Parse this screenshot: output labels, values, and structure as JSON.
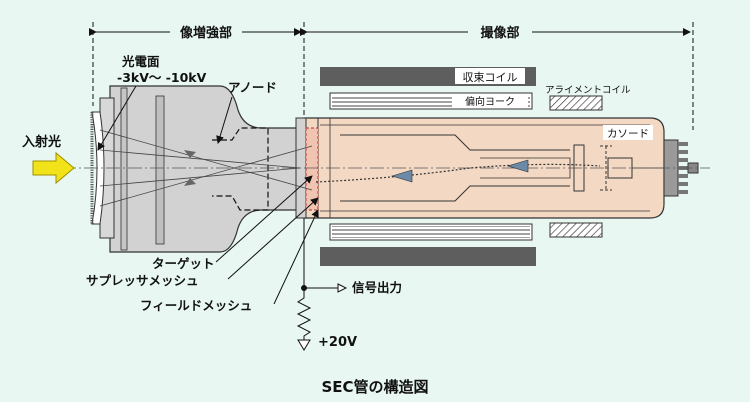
{
  "sections": {
    "image_intensifier": "像増強部",
    "imaging": "撮像部"
  },
  "labels": {
    "photocathode": "光電面",
    "photocathode_voltage": "-3kV～ -10kV",
    "anode": "アノード",
    "incident_light": "入射光",
    "target": "ターゲット",
    "suppressor_mesh": "サプレッサメッシュ",
    "field_mesh": "フィールドメッシュ",
    "focus_coil": "収束コイル",
    "deflection_yoke": "偏向ヨーク",
    "alignment_coil": "アライメントコイル",
    "cathode": "カソード",
    "signal_output": "信号出力",
    "voltage": "+20V"
  },
  "caption": "SEC管の構造図",
  "colors": {
    "background": "#e8f7f1",
    "imaging_tube": "#f3d8c3",
    "intensifier_body": "#d2d2d2",
    "coil_dark": "#5e5e5e",
    "arrow_yellow": "#f2e21a"
  }
}
